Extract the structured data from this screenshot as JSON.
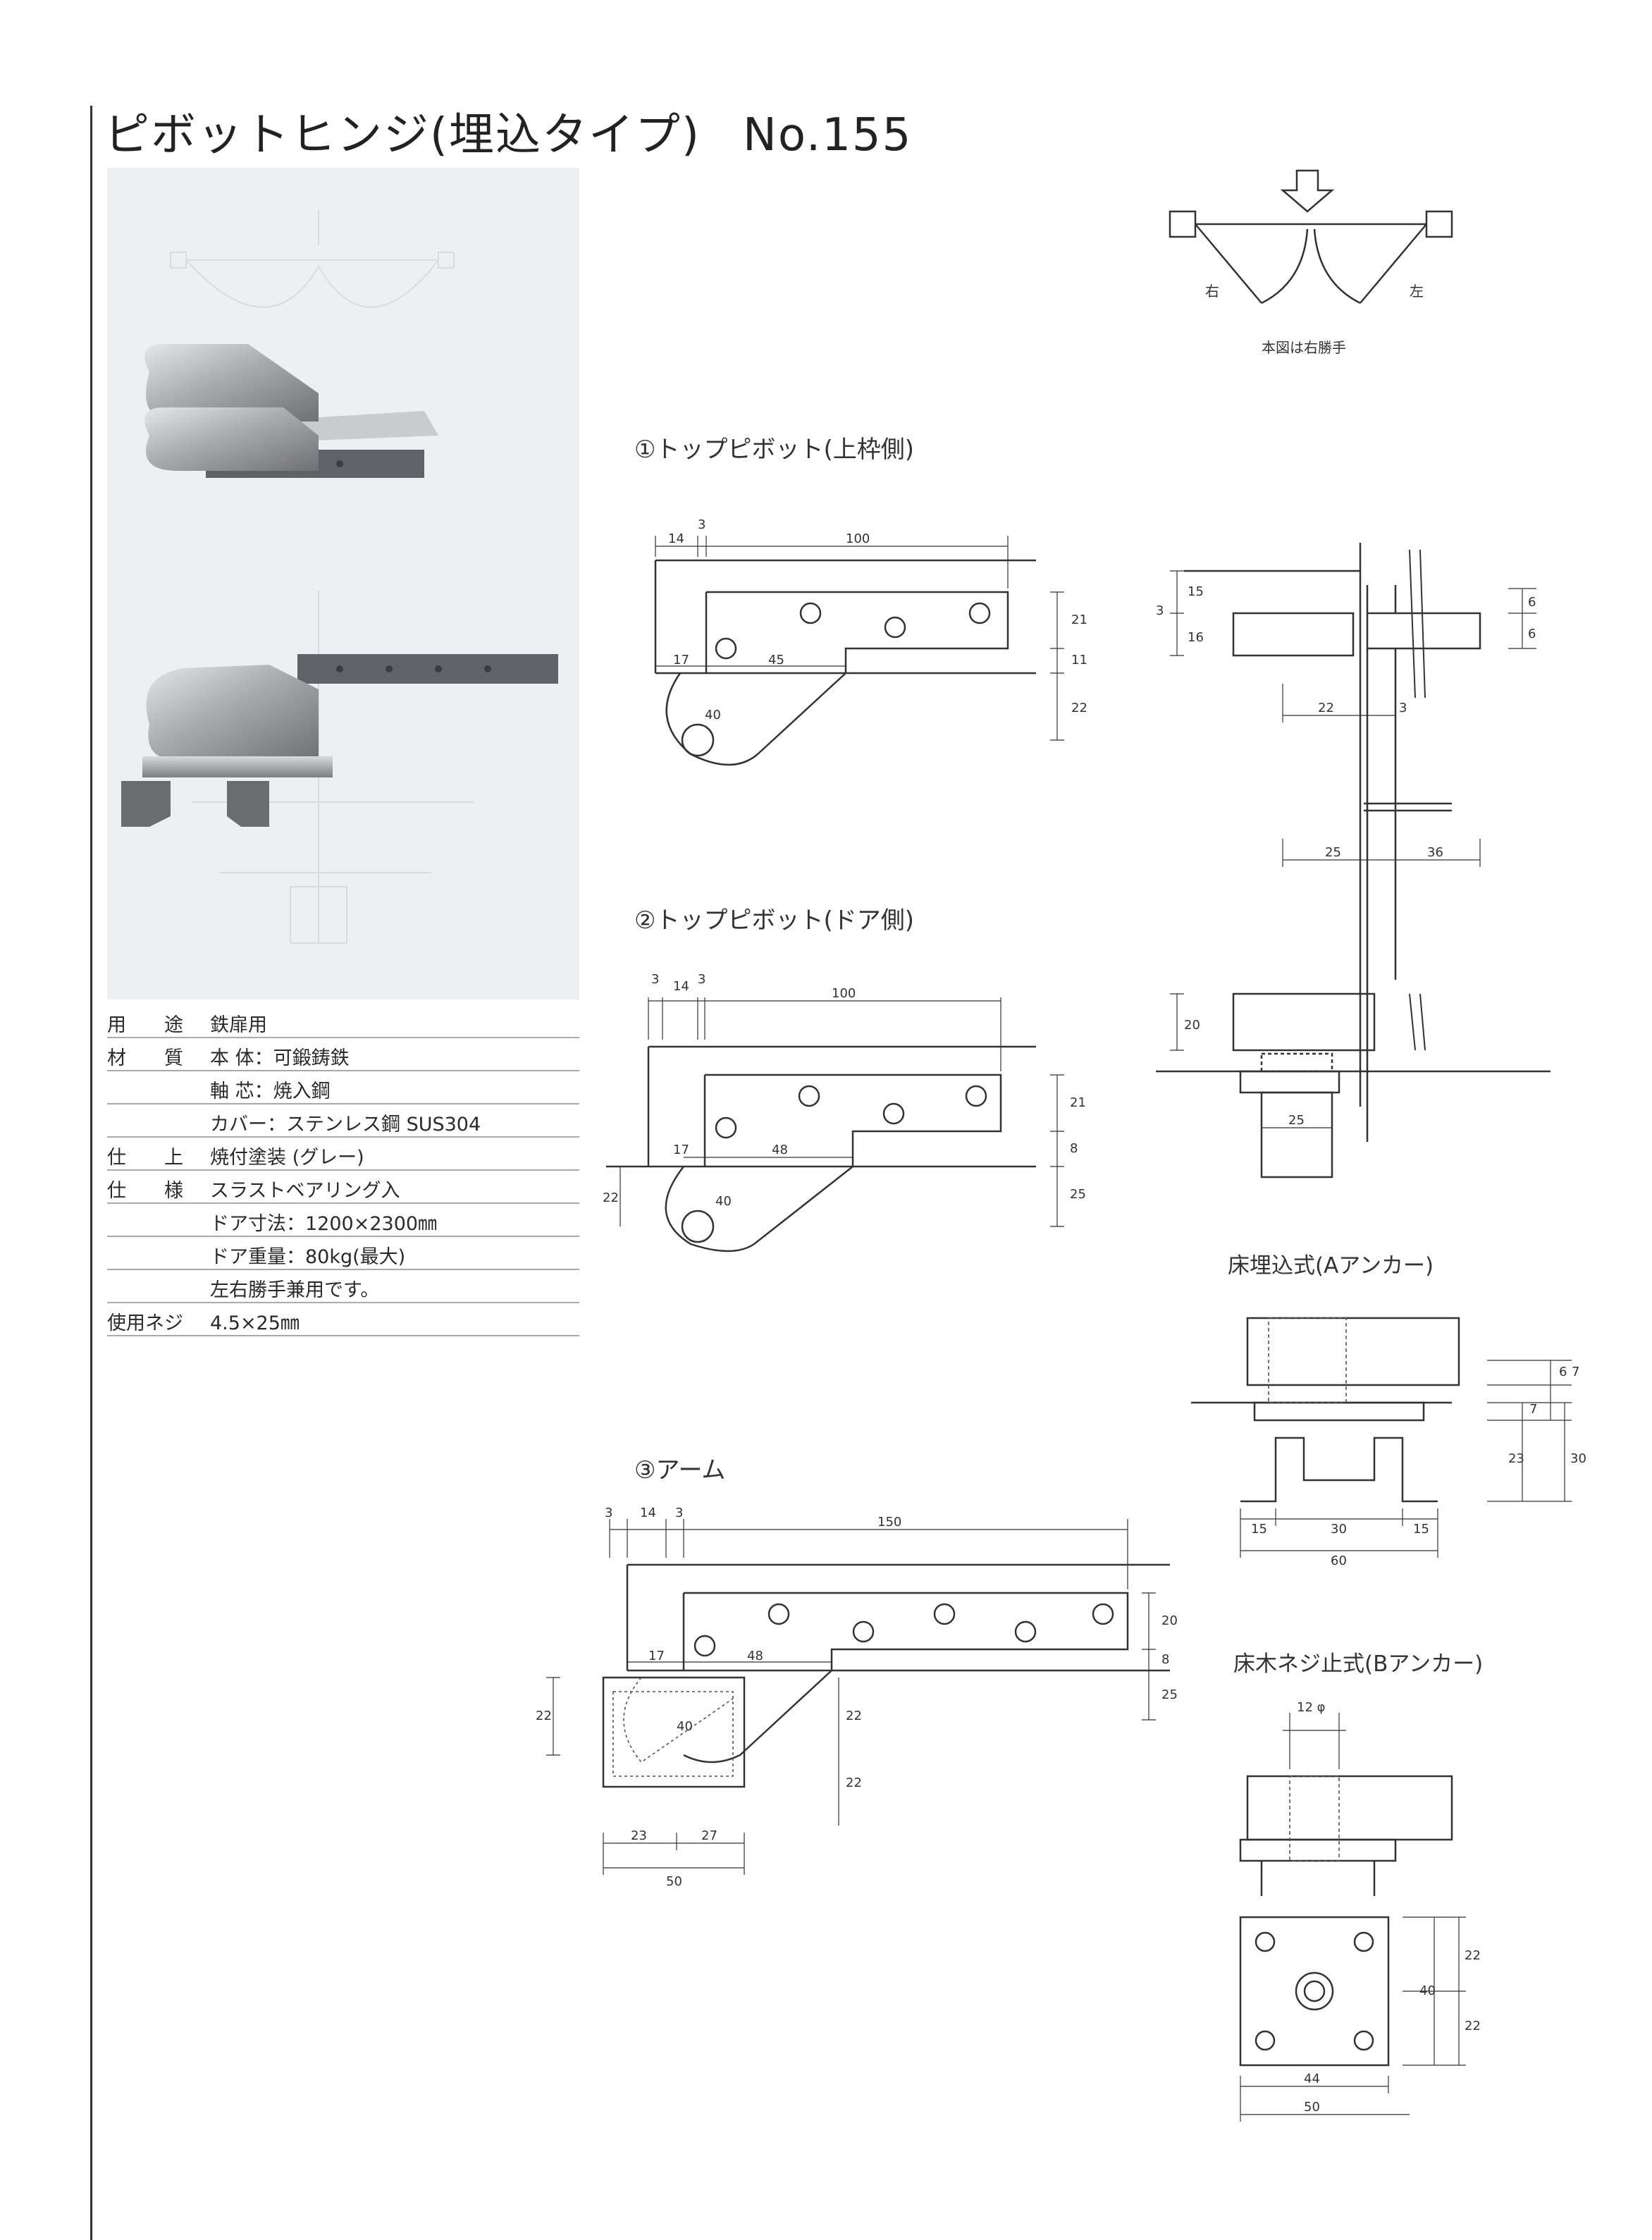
{
  "header": {
    "title": "ピボットヒンジ(埋込タイプ)",
    "model_no": "No.155"
  },
  "specs": [
    {
      "key": "用　　途",
      "value": "鉄扉用"
    },
    {
      "key": "材　　質",
      "value": "本 体：可鍛鋳鉄"
    },
    {
      "key": "",
      "value": "軸 芯：焼入鋼"
    },
    {
      "key": "",
      "value": "カバー：ステンレス鋼 SUS304"
    },
    {
      "key": "仕　　上",
      "value": "焼付塗装 (グレー)"
    },
    {
      "key": "仕　　様",
      "value": "スラストベアリング入"
    },
    {
      "key": "",
      "value": "ドア寸法：1200×2300㎜"
    },
    {
      "key": "",
      "value": "ドア重量：80kg(最大)"
    },
    {
      "key": "",
      "value": "左右勝手兼用です。"
    },
    {
      "key": "使用ネジ",
      "value": "4.5×25㎜"
    }
  ],
  "sections": {
    "top_pivot_frame": "①トップピボット(上枠側)",
    "top_pivot_door": "②トップピボット(ドア側)",
    "arm": "③アーム",
    "floor_a": "床埋込式(Aアンカー)",
    "floor_b": "床木ネジ止式(Bアンカー)"
  },
  "hand_diagram": {
    "right": "右",
    "left": "左",
    "note": "本図は右勝手"
  },
  "dims": {
    "d1": [
      "14",
      "3",
      "100",
      "17",
      "45",
      "40",
      "21",
      "11",
      "22"
    ],
    "d2": [
      "3",
      "14",
      "3",
      "100",
      "17",
      "48",
      "40",
      "21",
      "8",
      "25",
      "22"
    ],
    "d3": [
      "3",
      "14",
      "3",
      "150",
      "17",
      "48",
      "40",
      "20",
      "8",
      "25",
      "22",
      "22",
      "22",
      "23",
      "27",
      "50"
    ],
    "side": [
      "15",
      "3",
      "16",
      "6",
      "6",
      "22",
      "3",
      "25",
      "36",
      "20",
      "25"
    ],
    "fa": [
      "6",
      "7",
      "7",
      "23",
      "30",
      "15",
      "30",
      "15",
      "60"
    ],
    "fb": [
      "12 φ",
      "22",
      "40",
      "22",
      "44",
      "50"
    ]
  }
}
